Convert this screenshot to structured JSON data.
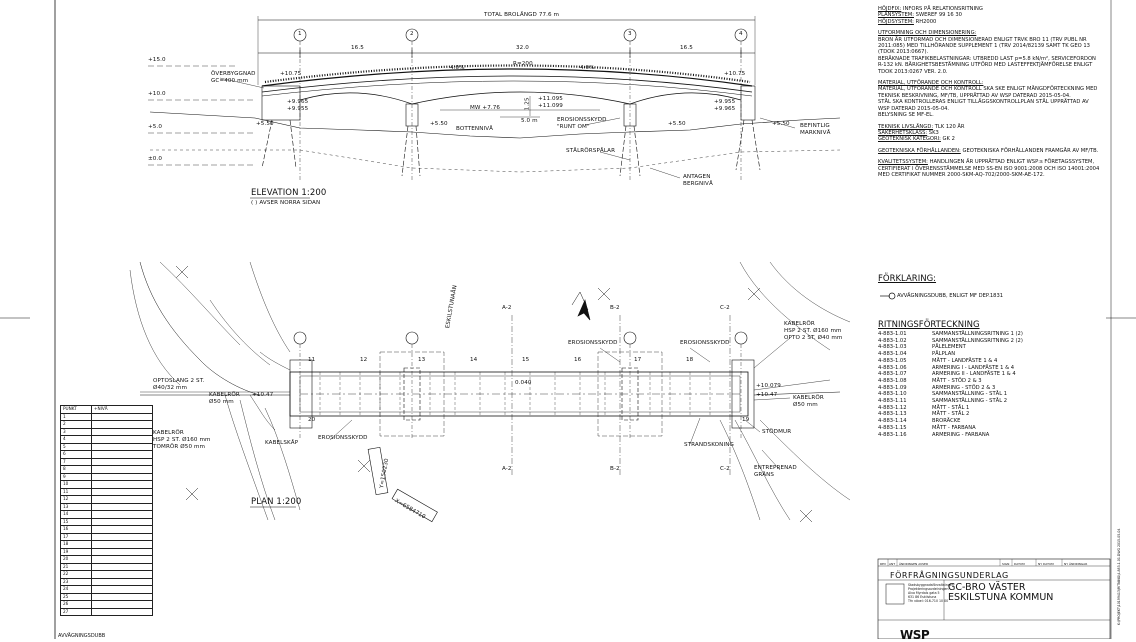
{
  "elevation": {
    "total_length": "TOTAL BROLÄNGD 77.6 m",
    "spans": [
      "16.5",
      "32.0",
      "16.5"
    ],
    "supports": [
      "1",
      "2",
      "3",
      "4"
    ],
    "levels": [
      "+15.0",
      "+10.0",
      "+5.0",
      "±0.0"
    ],
    "slope_left": "4.0%",
    "slope_right": "4.0%",
    "radius": "R=200",
    "overbyggnad": "ÖVERBYGGNAD",
    "gc_width": "GC=400 mm",
    "top_left": "+10.75",
    "top_right": "+10.75",
    "l1a": "+9.965",
    "l1b": "+9.955",
    "r1a": "+11.095",
    "r1b": "+11.099",
    "l4a": "+9.955",
    "l4b": "+9.965",
    "mw": "MW +7.76",
    "h125": "1.25",
    "w50": "5.0 m",
    "e_left": "+5.50",
    "e_mid": "+5.50",
    "e_right": "+5.50",
    "e_far": "+5.50",
    "bottenniva": "BOTTENNIVÅ",
    "erosionsskydd": "EROSIONSSKYDD",
    "runt_om": "\"RUNT OM\"",
    "stalrorspalar": "STÅLRÖRSPÅLAR",
    "antagen_1": "ANTAGEN",
    "antagen_2": "BERGNIVÅ",
    "befintlig_1": "BEFINTLIG",
    "befintlig_2": "MARKNIVÅ",
    "title": "ELEVATION 1:200",
    "subtitle": "( ) AVSER NORRA SIDAN"
  },
  "plan": {
    "title": "PLAN 1:200",
    "sec_a_top": "A-2",
    "sec_b_top": "B-2",
    "sec_c_top": "C-2",
    "sec_a_bot": "A-2",
    "sec_b_bot": "B-2",
    "sec_c_bot": "C-2",
    "eskilstunaan": "ESKILSTUNAÅN",
    "erosionsskydd_1": "EROSIONSSKYDD",
    "erosionsskydd_2": "EROSIONSSKYDD",
    "erosionsskydd_3": "EROSIONSSKYDD",
    "kabelror_r_1": "KABELRÖR",
    "kabelror_r_2": "HSP 2 ST. Ø160 mm",
    "kabelror_r_3": "OPTO 2 ST. Ø40 mm",
    "optoslang_1": "OPTOSLANG 2 ST.",
    "optoslang_2": "Ø40/32 mm",
    "kabelror_l_1": "KABELRÖR",
    "kabelror_l_2": "Ø50 mm",
    "kabelror_ll_1": "KABELRÖR",
    "kabelror_ll_2": "HSP 2 ST. Ø160 mm",
    "kabelror_ll_3": "TOMRÖR Ø50 mm",
    "kabelskap": "KABELSKÅP",
    "kabelror_rr_1": "KABELRÖR",
    "kabelror_rr_2": "Ø50 mm",
    "stodmur": "STÖDMUR",
    "strandskoning": "STRANDSKONING",
    "entreprenad_1": "ENTREPRENAD",
    "entreprenad_2": "GRÄNS",
    "coord_y": "Y=150230",
    "coord_x": "X=6584710",
    "lvl_l": "+10.47",
    "lvl_r": "+10.47",
    "lvl_r2": "+10.079",
    "center": "0.040",
    "pos_labels": [
      "11",
      "12",
      "13",
      "14",
      "15",
      "16",
      "17",
      "18",
      "19",
      "20"
    ]
  },
  "punkt_table": {
    "headers": [
      "PUNKT",
      "+NIVÅ"
    ],
    "rows": [
      "1",
      "2",
      "3",
      "4",
      "5",
      "6",
      "7",
      "8",
      "9",
      "10",
      "11",
      "12",
      "13",
      "14",
      "15",
      "16",
      "17",
      "18",
      "19",
      "20",
      "21",
      "22",
      "23",
      "24",
      "25",
      "26",
      "27"
    ]
  },
  "notes": [
    {
      "head": "HÖJDFIX:",
      "text": " INFORS PÅ RELATIONSRITNING"
    },
    {
      "head": "PLANSYSTEM:",
      "text": " SWEREF 99 16 30"
    },
    {
      "head": "HÖJDSYSTEM:",
      "text": " RH2000"
    },
    {
      "gap": true
    },
    {
      "head": "UTFORMNING OCH DIMENSIONERING:",
      "text": ""
    },
    {
      "text": "BRON ÄR UTFORMAD OCH DIMENSIONERAD ENLIGT TRVK BRO 11 (TRV PUBL NR\n2011:085) MED TILLHÖRANDE SUPPLEMENT 1 (TRV 2014/82139 SAMT TK GEO 13\n(TDOK 2013:0667).\nBERÄKNADE TRAFIKBELASTNINGAR: UTBREDD LAST p=5.8 kN/m², SERVICEFORDON\nR-132 kN. BÄRIGHETSBESTÄMNING UTFÖRD MED LASTEFFEKTJÄMFÖRELSE ENLIGT\nTDOK 2013:0267 VER. 2.0."
    },
    {
      "gap": true
    },
    {
      "head": "MATERIAL, UTFÖRANDE OCH KONTROLL:",
      "text": ""
    },
    {
      "text": "MATERIAL, UTFÖRANDE OCH KONTROLL SKA SKE ENLIGT MÄNGDFÖRTECKNING MED\nTEKNISK BESKRIVNING, MF/TB, UPPRÄTTAD AV WSP DATERAD 2015-05-04.\nSTÅL SKA KONTROLLERAS ENLIGT TILLÄGGSKONTROLLPLAN STÅL UPPRÄTTAD AV\nWSP DATERAD 2015-05-04.\nBELYSNING SE MF-EL."
    },
    {
      "gap": true
    },
    {
      "head": "TEKNISK LIVSLÄNGD:",
      "text": " TLK 120 ÅR"
    },
    {
      "head": "SÄKERHETSKLASS:",
      "text": " SK3"
    },
    {
      "head": "GEOTEKNISK KATEGORI:",
      "text": " GK 2"
    },
    {
      "gap": true
    },
    {
      "head": "GEOTEKNISKA FÖRHÅLLANDEN:",
      "text": " GEOTEKNISKA FÖRHÅLLANDEN FRAMGÅR AV MF/TB."
    },
    {
      "gap": true
    },
    {
      "head": "KVALITETSSYSTEM:",
      "text": " HANDLINGEN ÄR UPPRÄTTAD ENLIGT WSP:s FÖRETAGSSYSTEM,\nCERTIFIERAT I ÖVERENSSTÄMMELSE MED SS-EN ISO 9001:2008 OCH ISO 14001:2004\nMED CERTIFIKAT NUMMER 2000-SKM-AQ-702/2000-SKM-AE-172."
    }
  ],
  "forklaring": {
    "title": "FÖRKLARING:",
    "item": "AVVÄGNINGSDUBB, ENLIGT MF DEP.1831"
  },
  "ritningsforteckning": {
    "title": "RITNINGSFÖRTECKNING",
    "rows": [
      [
        "4-883-1.01",
        "SAMMANSTÄLLNINGSRITNING 1 (2)"
      ],
      [
        "4-883-1.02",
        "SAMMANSTÄLLNINGSRITNING 2 (2)"
      ],
      [
        "4-883-1.03",
        "PÅLELEMENT"
      ],
      [
        "4-883-1.04",
        "PÅLPLAN"
      ],
      [
        "4-883-1.05",
        "MÅTT - LANDFÄSTE 1 & 4"
      ],
      [
        "4-883-1.06",
        "ARMERING I - LANDFÄSTE 1 & 4"
      ],
      [
        "4-883-1.07",
        "ARMERING II - LANDFÄSTE 1 & 4"
      ],
      [
        "4-883-1.08",
        "MÅTT - STÖD 2 & 3"
      ],
      [
        "4-883-1.09",
        "ARMERING - STÖD 2 & 3"
      ],
      [
        "4-883-1.10",
        "SAMMANSTÄLLNING - STÅL 1"
      ],
      [
        "4-883-1.11",
        "SAMMANSTÄLLNING - STÅL 2"
      ],
      [
        "4-883-1.12",
        "MÅTT - STÅL 1"
      ],
      [
        "4-883-1.13",
        "MÅTT - STÅL 2"
      ],
      [
        "4-883-1.14",
        "BRORÄCKE"
      ],
      [
        "4-883-1.15",
        "MÅTT - FARBANA"
      ],
      [
        "4-883-1.16",
        "ARMERING - FARBANA"
      ]
    ]
  },
  "title_block": {
    "head": [
      "REV",
      "ANT",
      "ÄNDRINGEN AVSER",
      "SIGN",
      "DATUM",
      "NY DATUM",
      "NY ÄNDRINGAR"
    ],
    "status": "FÖRFRÅGNINGSUNDERLAG",
    "title_1": "GC-BRO VÄSTER",
    "title_2": "ESKILSTUNA KOMMUN",
    "org": "Stadsbyggnadsförvaltningen\nProjekteringsavdelningen\nAlva Myrdals gata 5\n631 86 Eskilstuna\nTfn växel: 016-710 10 00",
    "wsp": "WSP"
  },
  "vertical_text": "K:\\PROJEKT\\10199413\\RITNING\\4-883-1.01.DWG 2015-05-04",
  "bottom_label": "AVVÄGNINGSDUBB"
}
